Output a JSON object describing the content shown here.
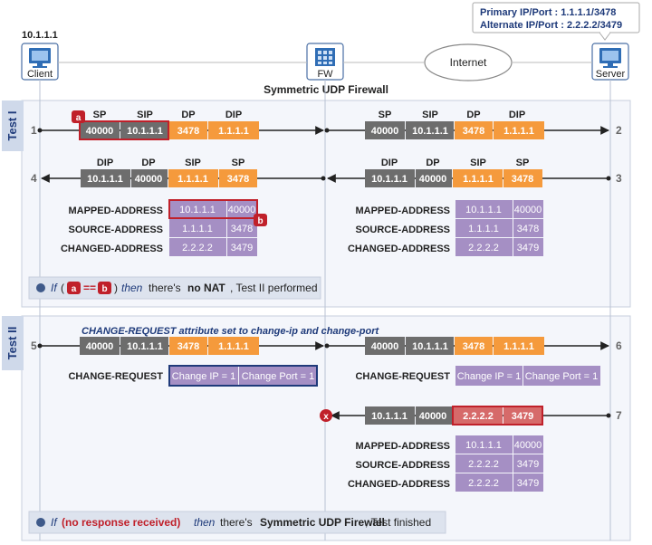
{
  "colors": {
    "gray": "#6d6d6d",
    "orange": "#f59a3c",
    "purple": "#a58fc4",
    "red": "#c0202a",
    "navy": "#1f3a7a",
    "salmon": "#d66a6a",
    "panel": "#f4f6fb",
    "tag": "#cfd9ea"
  },
  "client": {
    "ip": "10.1.1.1",
    "label": "Client"
  },
  "firewall": {
    "label": "FW"
  },
  "internet": {
    "label": "Internet"
  },
  "server": {
    "label": "Server",
    "primary": "Primary IP/Port : 1.1.1.1/3478",
    "alternate": "Alternate IP/Port : 2.2.2.2/3479"
  },
  "title": "Symmetric UDP Firewall",
  "test1": {
    "tag": "Test I",
    "marker_a": "a",
    "marker_b": "b",
    "step1": {
      "num": "1",
      "headers": [
        "SP",
        "SIP",
        "DP",
        "DIP"
      ],
      "left": [
        "40000",
        "10.1.1.1",
        "3478",
        "1.1.1.1"
      ],
      "right": [
        "40000",
        "10.1.1.1",
        "3478",
        "1.1.1.1"
      ],
      "right_headers": [
        "SP",
        "SIP",
        "DP",
        "DIP"
      ],
      "end": "2"
    },
    "step3": {
      "num": "3",
      "headers": [
        "DIP",
        "DP",
        "SIP",
        "SP"
      ],
      "right": [
        "10.1.1.1",
        "40000",
        "1.1.1.1",
        "3478"
      ]
    },
    "step4": {
      "num": "4",
      "headers": [
        "DIP",
        "DP",
        "SIP",
        "SP"
      ],
      "left": [
        "10.1.1.1",
        "40000",
        "1.1.1.1",
        "3478"
      ]
    },
    "attrs": {
      "labels": [
        "MAPPED-ADDRESS",
        "SOURCE-ADDRESS",
        "CHANGED-ADDRESS"
      ],
      "left": [
        [
          "10.1.1.1",
          "40000"
        ],
        [
          "1.1.1.1",
          "3478"
        ],
        [
          "2.2.2.2",
          "3479"
        ]
      ],
      "right": [
        [
          "10.1.1.1",
          "40000"
        ],
        [
          "1.1.1.1",
          "3478"
        ],
        [
          "2.2.2.2",
          "3479"
        ]
      ]
    },
    "note": {
      "if": "If",
      "open": "(",
      "op": "==",
      "close": ")",
      "then": "then",
      "rest1": "there's",
      "bold": "no NAT",
      "rest2": ", Test II performed"
    }
  },
  "test2": {
    "tag": "Test II",
    "caption": "CHANGE-REQUEST attribute set to change-ip and change-port",
    "step5": {
      "num": "5",
      "left": [
        "40000",
        "10.1.1.1",
        "3478",
        "1.1.1.1"
      ],
      "right": [
        "40000",
        "10.1.1.1",
        "3478",
        "1.1.1.1"
      ],
      "end": "6"
    },
    "change_request": {
      "label": "CHANGE-REQUEST",
      "left": [
        "Change IP = 1",
        "Change Port = 1"
      ],
      "right": [
        "Change IP = 1",
        "Change Port = 1"
      ]
    },
    "step7": {
      "num": "7",
      "right": [
        "10.1.1.1",
        "40000",
        "2.2.2.2",
        "3479"
      ],
      "blocked": "x"
    },
    "attrs": {
      "labels": [
        "MAPPED-ADDRESS",
        "SOURCE-ADDRESS",
        "CHANGED-ADDRESS"
      ],
      "right": [
        [
          "10.1.1.1",
          "40000"
        ],
        [
          "2.2.2.2",
          "3479"
        ],
        [
          "2.2.2.2",
          "3479"
        ]
      ]
    },
    "note": {
      "if": "If",
      "cond": "(no response received)",
      "then": "then",
      "rest1": "there's",
      "bold": "Symmetric UDP Firewall",
      "rest2": ", Test finished"
    }
  }
}
